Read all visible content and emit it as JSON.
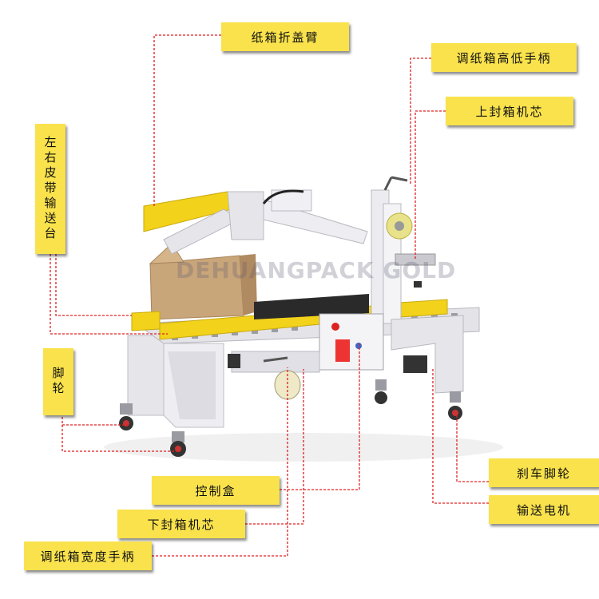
{
  "labels": {
    "folding_arm": "纸箱折盖臂",
    "height_handle": "调纸箱高低手柄",
    "upper_core": "上封箱机芯",
    "side_belts": "左右皮带输送台",
    "casters": "脚轮",
    "control_box": "控制盒",
    "lower_core": "下封箱机芯",
    "width_handle": "调纸箱宽度手柄",
    "brake_casters": "刹车脚轮",
    "conveyor_motor": "输送电机"
  },
  "watermark": "DEHUANGPACK GOLD",
  "colors": {
    "label_bg": "#f9e24c",
    "leader_line": "#e02020",
    "machine_frame": "#e8e8ec",
    "guard_yellow": "#f2d21a"
  }
}
